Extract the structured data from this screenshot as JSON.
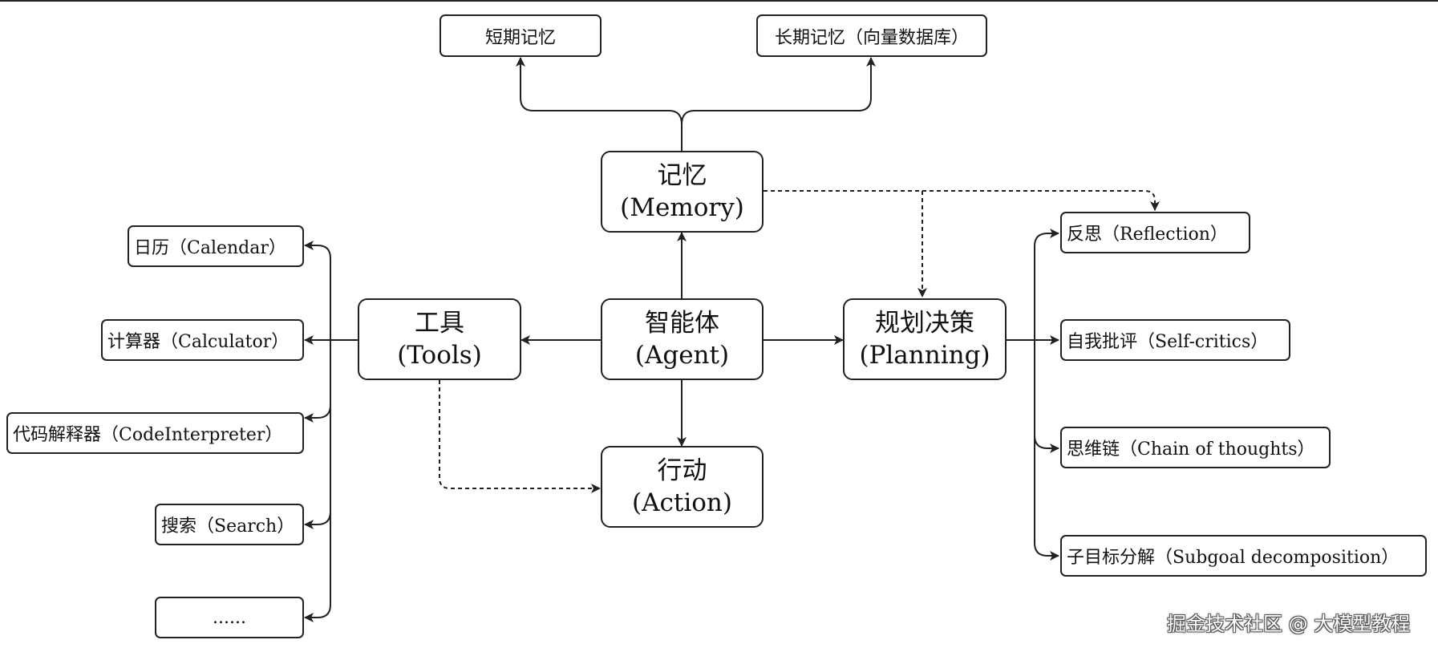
{
  "nodes": {
    "agent": {
      "zh": "智能体",
      "en": "(Agent)"
    },
    "memory": {
      "zh": "记忆",
      "en": "(Memory)"
    },
    "tools": {
      "zh": "工具",
      "en": "(Tools)"
    },
    "planning": {
      "zh": "规划决策",
      "en": "(Planning)"
    },
    "action": {
      "zh": "行动",
      "en": "(Action)"
    },
    "short_term": "短期记忆",
    "long_term": "长期记忆（向量数据库）",
    "calendar": "日历（Calendar）",
    "calculator": "计算器（Calculator）",
    "code_interpreter": "代码解释器（CodeInterpreter）",
    "search": "搜索（Search）",
    "more": "......",
    "reflection": "反思（Reflection）",
    "self_critics": "自我批评（Self-critics）",
    "chain_of_thoughts": "思维链（Chain of thoughts）",
    "subgoal": "子目标分解（Subgoal decomposition）"
  },
  "watermark": "掘金技术社区 @ 大模型教程",
  "colors": {
    "stroke": "#222222",
    "background": "#ffffff",
    "text": "#111111"
  }
}
